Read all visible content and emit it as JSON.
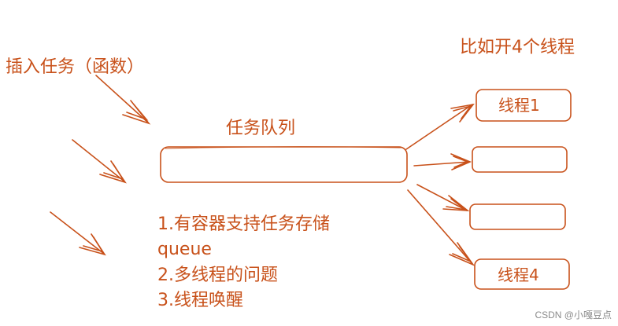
{
  "diagram": {
    "insert_task_label": "插入任务（函数）",
    "task_queue_label": "任务队列",
    "thread_count_label": "比如开4个线程",
    "threads": [
      {
        "label": "线程1"
      },
      {
        "label": ""
      },
      {
        "label": ""
      },
      {
        "label": "线程4"
      }
    ],
    "notes": [
      "1.有容器支持任务存储",
      "queue",
      "2.多线程的问题",
      "3.线程唤醒"
    ],
    "watermark": "CSDN @小嘎豆点"
  },
  "colors": {
    "ink": "#c8511a",
    "watermark": "#8a8a8a"
  }
}
